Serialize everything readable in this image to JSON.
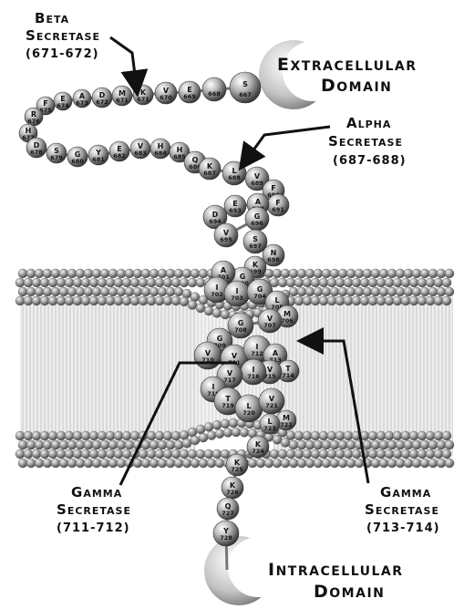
{
  "labels": {
    "beta": [
      "Beta",
      "Secretase",
      "(671-672)"
    ],
    "alpha": [
      "Alpha",
      "Secretase",
      "(687-688)"
    ],
    "gamma_left": [
      "Gamma",
      "Secretase",
      "(711-712)"
    ],
    "gamma_right": [
      "Gamma",
      "Secretase",
      "(713-714)"
    ],
    "extracellular": [
      "Extracellular",
      "Domain"
    ],
    "intracellular": [
      "Intracellular",
      "Domain"
    ]
  },
  "residues": [
    {
      "aa": "S",
      "num": "667"
    },
    {
      "aa": "",
      "num": "668"
    },
    {
      "aa": "E",
      "num": "669"
    },
    {
      "aa": "V",
      "num": "670"
    },
    {
      "aa": "K",
      "num": "671"
    },
    {
      "aa": "M",
      "num": "671"
    },
    {
      "aa": "D",
      "num": "672"
    },
    {
      "aa": "A",
      "num": "673"
    },
    {
      "aa": "E",
      "num": "674"
    },
    {
      "aa": "F",
      "num": "675"
    },
    {
      "aa": "R",
      "num": "676"
    },
    {
      "aa": "H",
      "num": "677"
    },
    {
      "aa": "D",
      "num": "678"
    },
    {
      "aa": "S",
      "num": "679"
    },
    {
      "aa": "G",
      "num": "680"
    },
    {
      "aa": "Y",
      "num": "681"
    },
    {
      "aa": "E",
      "num": "682"
    },
    {
      "aa": "V",
      "num": "683"
    },
    {
      "aa": "H",
      "num": "684"
    },
    {
      "aa": "H",
      "num": "685"
    },
    {
      "aa": "Q",
      "num": "686"
    },
    {
      "aa": "K",
      "num": "687"
    },
    {
      "aa": "L",
      "num": "688"
    },
    {
      "aa": "V",
      "num": "689"
    },
    {
      "aa": "F",
      "num": "690"
    },
    {
      "aa": "F",
      "num": "691"
    },
    {
      "aa": "A",
      "num": "692"
    },
    {
      "aa": "E",
      "num": "693"
    },
    {
      "aa": "D",
      "num": "694"
    },
    {
      "aa": "V",
      "num": "695"
    },
    {
      "aa": "G",
      "num": "696"
    },
    {
      "aa": "S",
      "num": "697"
    },
    {
      "aa": "N",
      "num": "698"
    },
    {
      "aa": "K",
      "num": "699"
    },
    {
      "aa": "G",
      "num": "700"
    },
    {
      "aa": "A",
      "num": "701"
    },
    {
      "aa": "I",
      "num": "702"
    },
    {
      "aa": "I",
      "num": "703"
    },
    {
      "aa": "G",
      "num": "704"
    },
    {
      "aa": "L",
      "num": "705"
    },
    {
      "aa": "M",
      "num": "706"
    },
    {
      "aa": "V",
      "num": "707"
    },
    {
      "aa": "G",
      "num": "708"
    },
    {
      "aa": "G",
      "num": "709"
    },
    {
      "aa": "V",
      "num": "710"
    },
    {
      "aa": "V",
      "num": "711"
    },
    {
      "aa": "I",
      "num": "712"
    },
    {
      "aa": "A",
      "num": "713"
    },
    {
      "aa": "T",
      "num": "714"
    },
    {
      "aa": "V",
      "num": "715"
    },
    {
      "aa": "I",
      "num": "716"
    },
    {
      "aa": "V",
      "num": "717"
    },
    {
      "aa": "I",
      "num": "718"
    },
    {
      "aa": "T",
      "num": "719"
    },
    {
      "aa": "L",
      "num": "720"
    },
    {
      "aa": "V",
      "num": "721"
    },
    {
      "aa": "M",
      "num": "722"
    },
    {
      "aa": "L",
      "num": "723"
    },
    {
      "aa": "K",
      "num": "724"
    },
    {
      "aa": "K",
      "num": "725"
    },
    {
      "aa": "K",
      "num": "726"
    },
    {
      "aa": "Q",
      "num": "727"
    },
    {
      "aa": "Y",
      "num": "728"
    }
  ]
}
